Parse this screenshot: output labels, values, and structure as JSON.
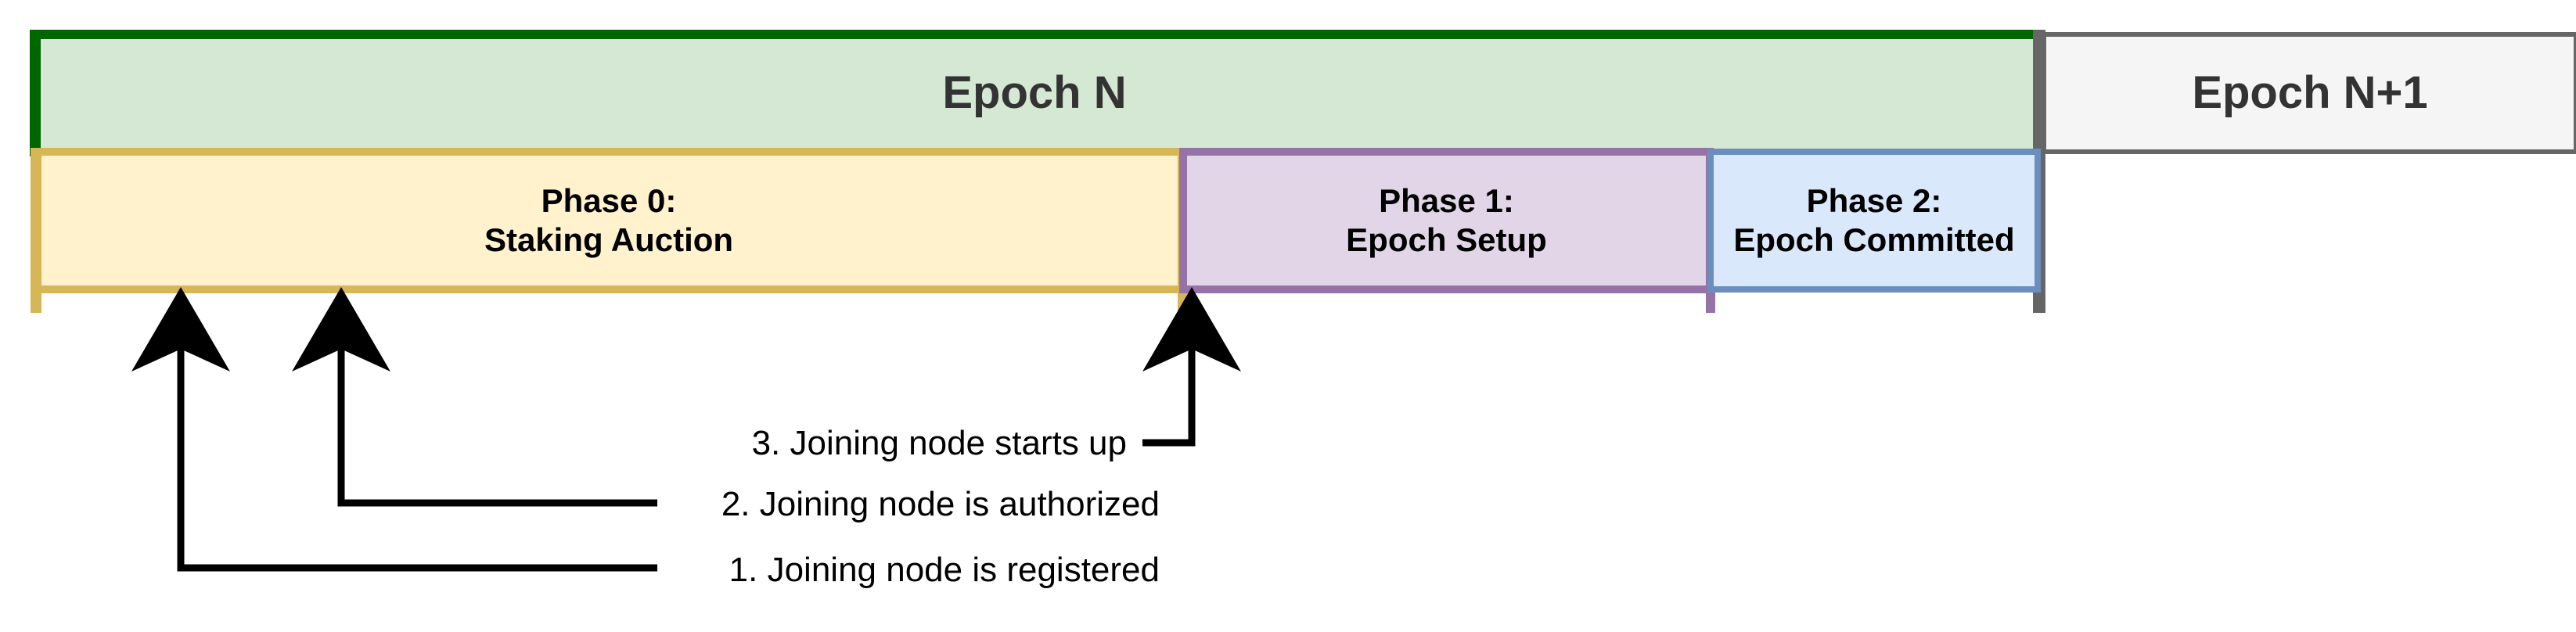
{
  "diagram": {
    "title": "Epoch phase timeline with joining node events",
    "colors": {
      "epoch_n_fill": "#d5e8d4",
      "epoch_n_stroke": "#006600",
      "epoch_next_fill": "#f5f5f5",
      "epoch_next_stroke": "#666666",
      "phase0_fill": "#fff2cc",
      "phase0_stroke": "#d6b656",
      "phase1_fill": "#e1d5e7",
      "phase1_stroke": "#9673a6",
      "phase2_fill": "#dae8fc",
      "phase2_stroke": "#6c8ebf",
      "arrow_color": "#000000",
      "text_dark": "#333333",
      "text_black": "#000000"
    },
    "epochs": [
      {
        "id": "epoch-n",
        "label": "Epoch N"
      },
      {
        "id": "epoch-n-plus-1",
        "label": "Epoch N+1"
      }
    ],
    "phases": [
      {
        "id": "phase-0",
        "line1": "Phase 0:",
        "line2": "Staking Auction"
      },
      {
        "id": "phase-1",
        "line1": "Phase 1:",
        "line2": "Epoch Setup"
      },
      {
        "id": "phase-2",
        "line1": "Phase 2:",
        "line2": "Epoch Committed"
      }
    ],
    "events": [
      {
        "id": "event-3",
        "label": "3. Joining node starts up"
      },
      {
        "id": "event-2",
        "label": "2. Joining node is authorized"
      },
      {
        "id": "event-1",
        "label": "1. Joining node is registered"
      }
    ]
  }
}
